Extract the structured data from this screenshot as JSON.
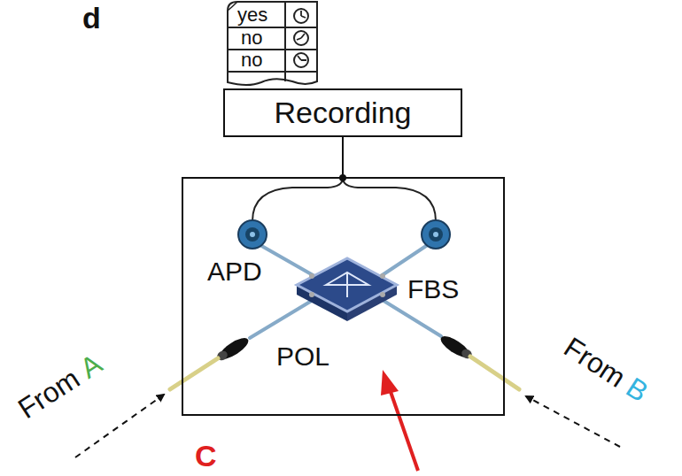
{
  "diagram": {
    "nodes": [
      {
        "text": [
          "Recording"
        ]
      },
      {
        "text": [
          "APD",
          "FBS",
          "POL"
        ]
      }
    ],
    "edges": [
      {
        "from": 0,
        "to": 1,
        "arrow": "none"
      }
    ],
    "labels": [
      "d",
      "yes",
      "no",
      "no",
      "From",
      "A",
      "From",
      "B",
      "C"
    ]
  }
}
